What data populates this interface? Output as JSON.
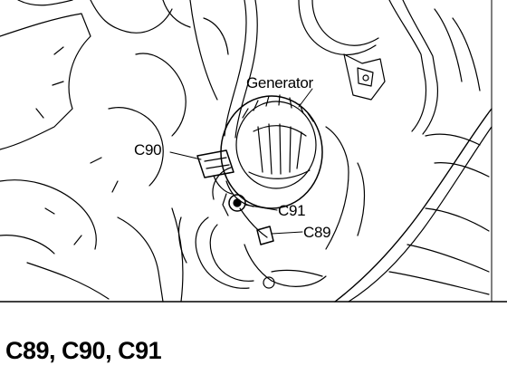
{
  "labels": {
    "generator": "Generator",
    "c90": "C90",
    "c91": "C91",
    "c89": "C89"
  },
  "caption": "C89, C90, C91",
  "colors": {
    "ink": "#000000",
    "paper": "#ffffff"
  }
}
